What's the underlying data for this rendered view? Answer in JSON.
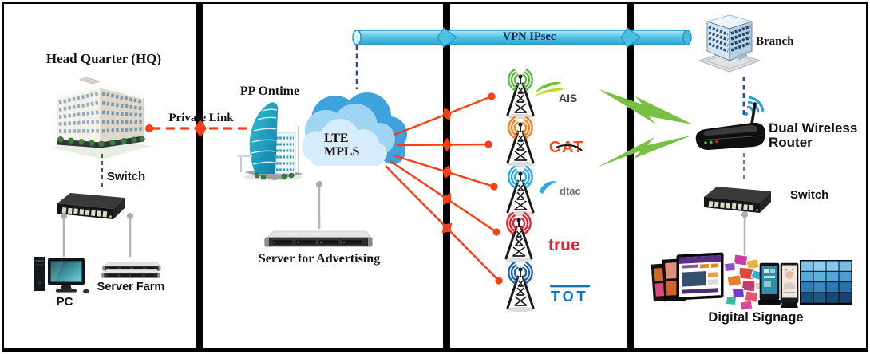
{
  "hq": {
    "title": "Head Quarter (HQ)",
    "switch_label": "Switch",
    "pc_label": "PC",
    "server_farm_label": "Server Farm"
  },
  "wan": {
    "private_link_label": "Private Link",
    "vpn_label": "VPN IPsec",
    "cloud_line1": "LTE",
    "cloud_line2": "MPLS"
  },
  "core": {
    "building_label": "PP Ontime",
    "server_label": "Server for Advertising"
  },
  "carriers": [
    {
      "name": "AIS",
      "signal_color": "#5cb947",
      "logo_color": "#404042"
    },
    {
      "name": "CAT",
      "signal_color": "#f58220",
      "logo_color": "#f04e23"
    },
    {
      "name": "dtac",
      "signal_color": "#29abe2",
      "logo_color": "#6d6e71"
    },
    {
      "name": "true",
      "signal_color": "#e8212e",
      "logo_color": "#e8212e"
    },
    {
      "name": "TOT",
      "signal_color": "#1e62af",
      "logo_color": "#1472bb"
    }
  ],
  "branch": {
    "title": "Branch",
    "router_line1": "Dual Wireless",
    "router_line2": "Router",
    "switch_label": "Switch",
    "signage_label": "Digital Signage"
  },
  "colors": {
    "link_red": "#f93d14",
    "vpn_tube": "#58c6e8",
    "bolt_green": "#77c043",
    "dash_blue": "#2a4a9e",
    "connector_gray": "#b5b5b5"
  }
}
